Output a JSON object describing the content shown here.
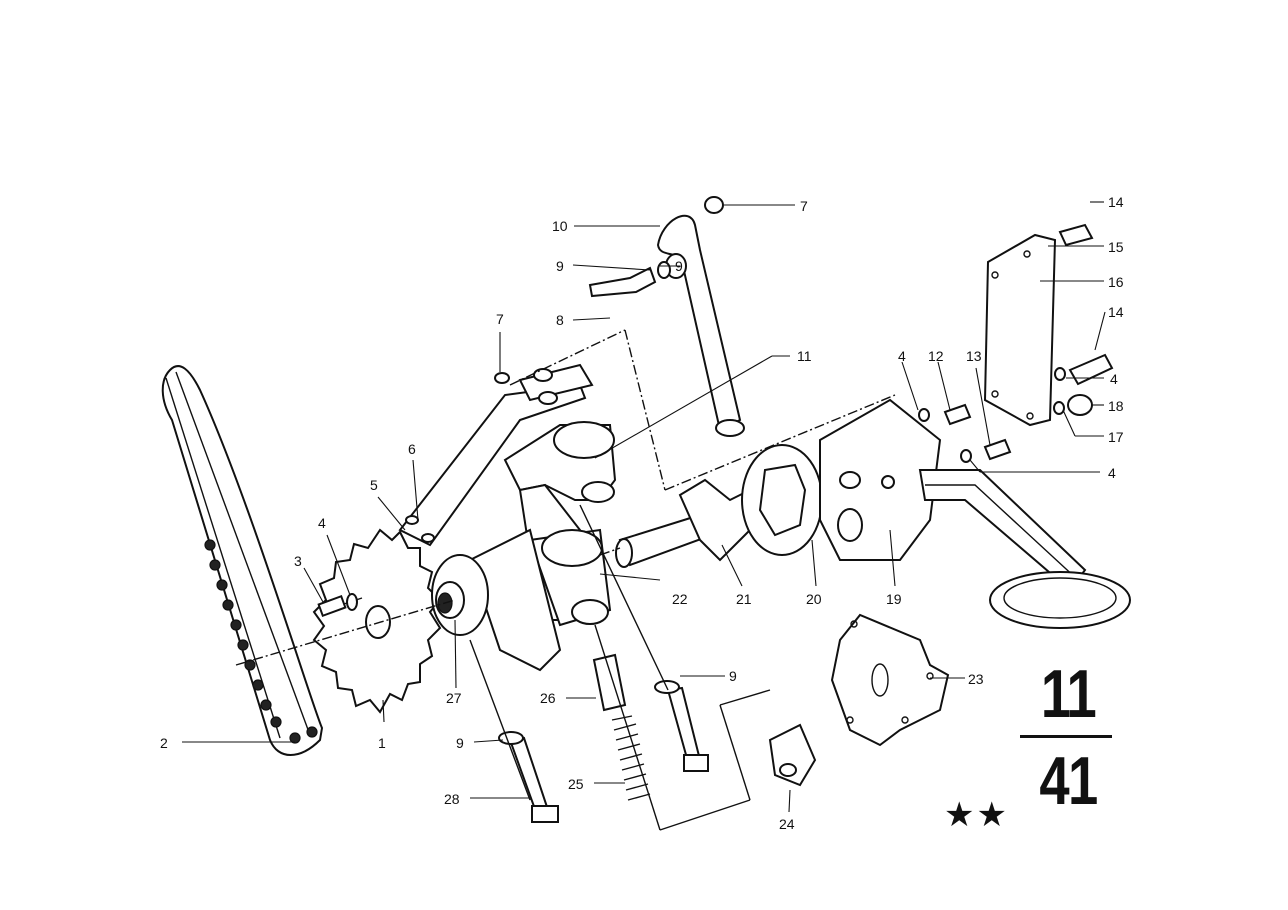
{
  "callouts": [
    {
      "label": "1"
    },
    {
      "label": "2"
    },
    {
      "label": "3"
    },
    {
      "label": "4"
    },
    {
      "label": "5"
    },
    {
      "label": "6"
    },
    {
      "label": "7"
    },
    {
      "label": "8"
    },
    {
      "label": "9"
    },
    {
      "label": "10"
    },
    {
      "label": "7"
    },
    {
      "label": "9"
    },
    {
      "label": "11"
    },
    {
      "label": "4"
    },
    {
      "label": "12"
    },
    {
      "label": "13"
    },
    {
      "label": "14"
    },
    {
      "label": "15"
    },
    {
      "label": "16"
    },
    {
      "label": "14"
    },
    {
      "label": "4"
    },
    {
      "label": "18"
    },
    {
      "label": "17"
    },
    {
      "label": "4"
    },
    {
      "label": "22"
    },
    {
      "label": "21"
    },
    {
      "label": "20"
    },
    {
      "label": "19"
    },
    {
      "label": "27"
    },
    {
      "label": "26"
    },
    {
      "label": "9"
    },
    {
      "label": "23"
    },
    {
      "label": "9"
    },
    {
      "label": "28"
    },
    {
      "label": "25"
    },
    {
      "label": "24"
    }
  ],
  "group_code": {
    "top": "11",
    "bottom": "41"
  },
  "stars": "★★"
}
